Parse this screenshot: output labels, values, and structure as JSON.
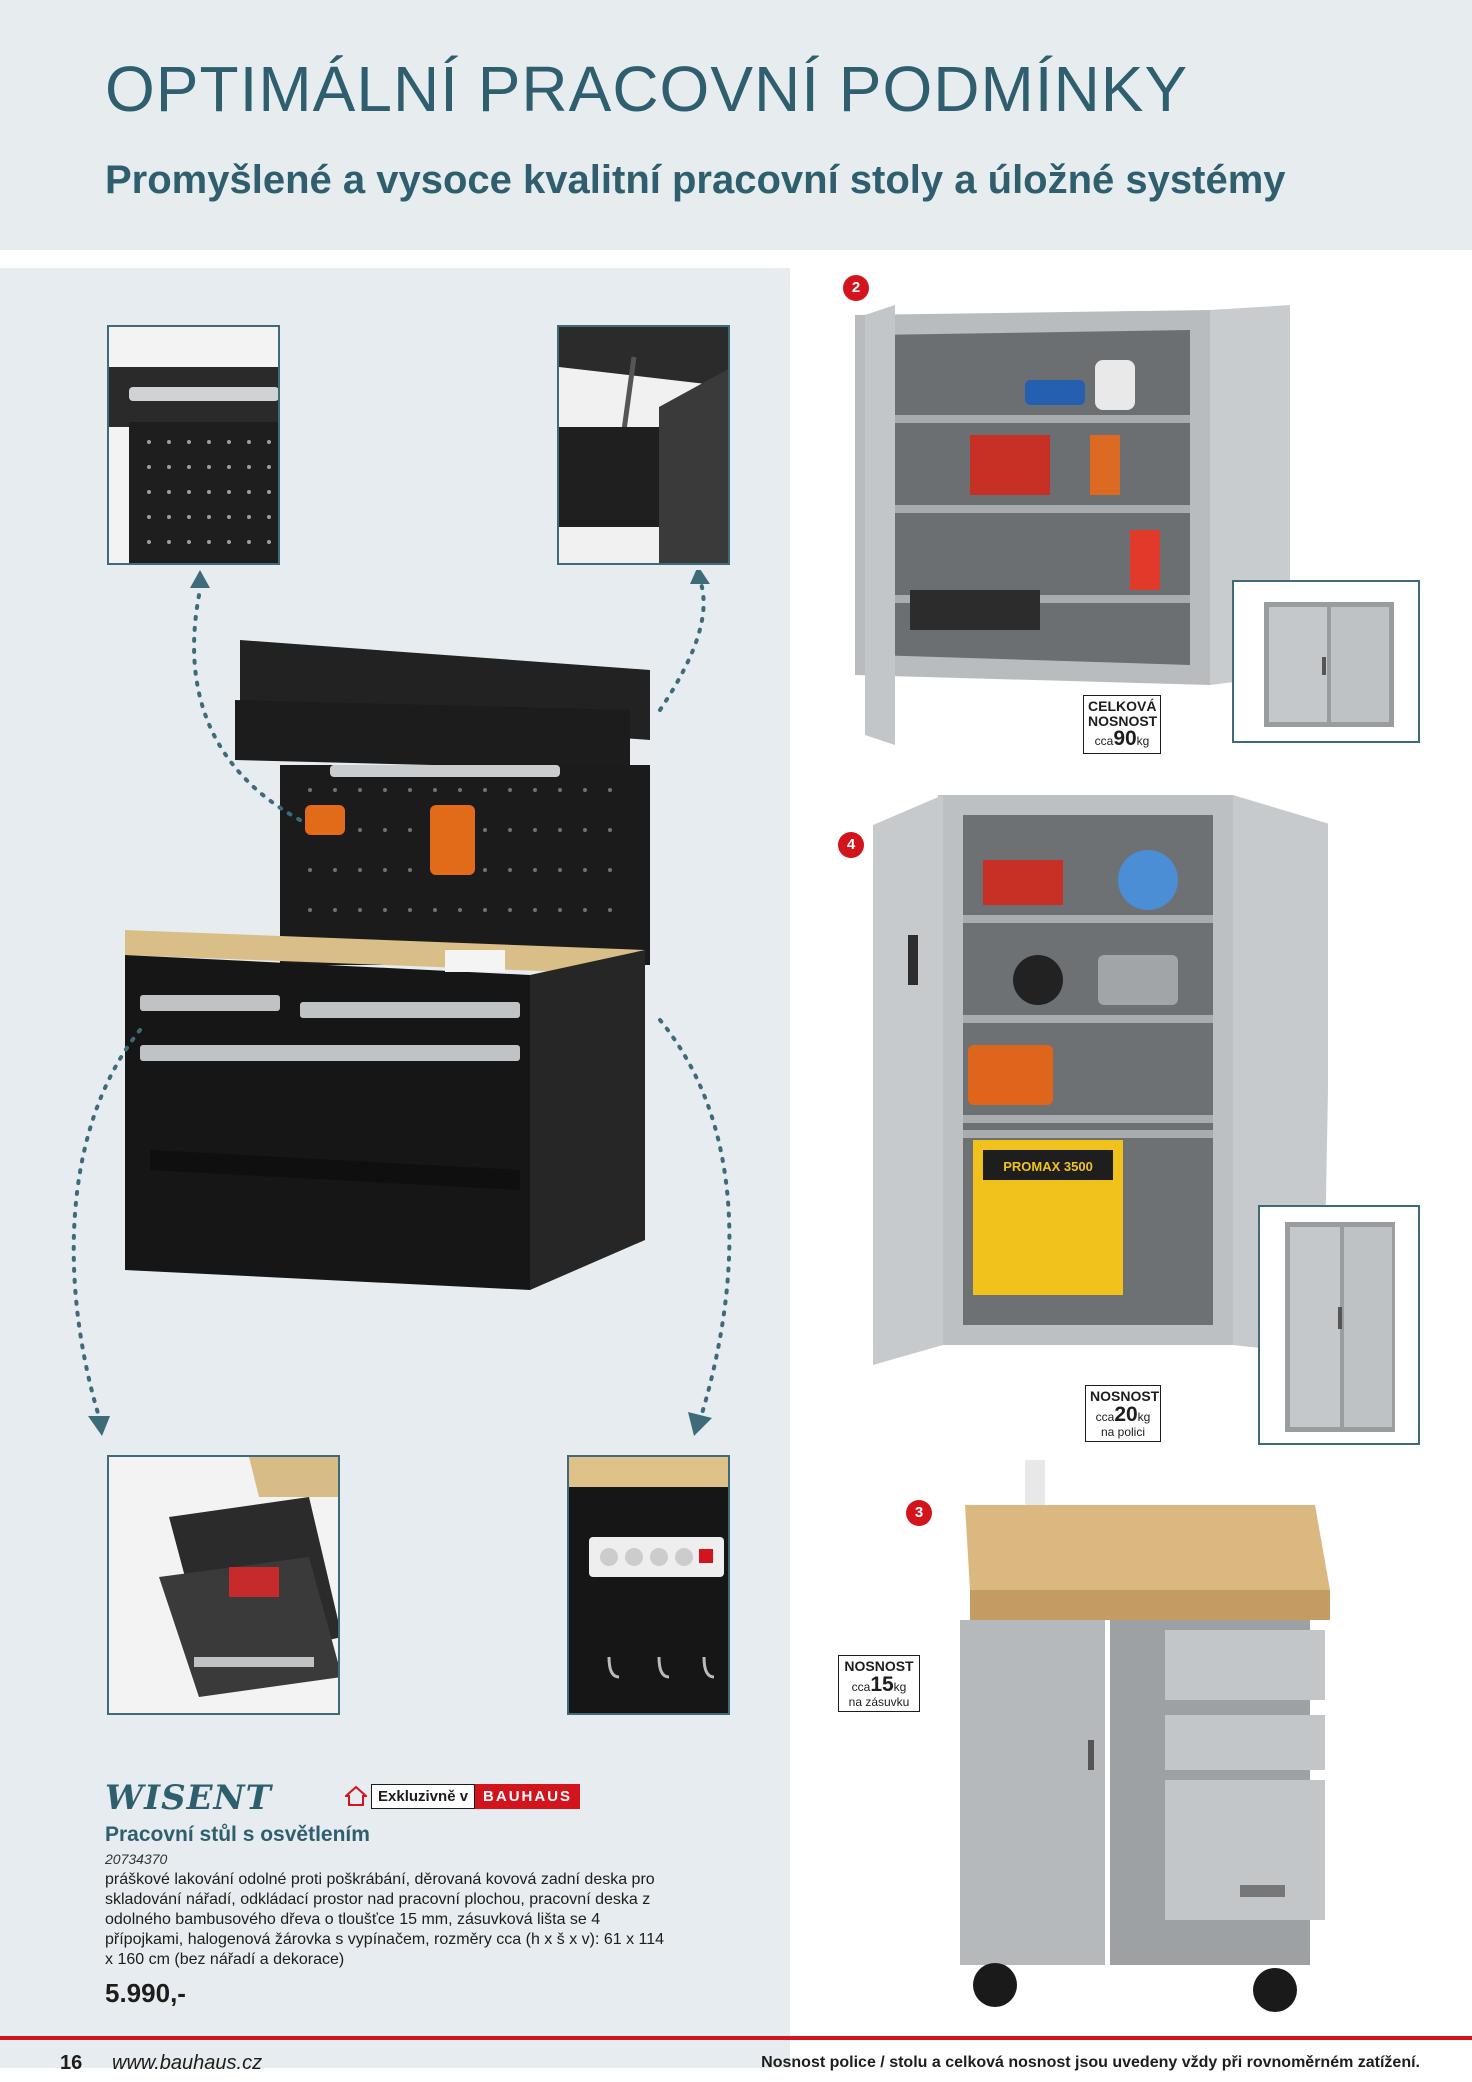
{
  "header": {
    "title": "OPTIMÁLNÍ PRACOVNÍ PODMÍNKY",
    "subtitle": "Promyšlené a vysoce kvalitní pracovní stoly a úložné systémy"
  },
  "badges": [
    "2",
    "4",
    "3"
  ],
  "load_labels": {
    "cabinet2": {
      "line1": "CELKOVÁ",
      "line2": "NOSNOST",
      "prefix": "cca",
      "value": "90",
      "unit": "kg",
      "suffix": ""
    },
    "cabinet4": {
      "line1": "NOSNOST",
      "prefix": "cca",
      "value": "20",
      "unit": "kg",
      "suffix": "na polici"
    },
    "cart3": {
      "line1": "NOSNOST",
      "prefix": "cca",
      "value": "15",
      "unit": "kg",
      "suffix": "na zásuvku"
    }
  },
  "product_images": {
    "generator_label": "PROMAX 3500"
  },
  "brands": {
    "brand": "WISENT",
    "exclusive_text": "Exkluzivně v",
    "exclusive_brand": "BAUHAUS"
  },
  "product": {
    "name": "Pracovní stůl s osvětlením",
    "code": "20734370",
    "description": "práškové lakování odolné proti poškrábání, děrovaná kovová zadní deska pro skladování nářadí, odkládací prostor nad pracovní plochou, pracovní deska z odolného bambusového dřeva o tloušťce 15 mm, zásuvková lišta se 4 přípojkami, halogenová žárovka s vypínačem, rozměry cca (h x š x v): 61 x 114 x 160 cm (bez nářadí a dekorace)",
    "price": "5.990,-"
  },
  "footer": {
    "page_number": "16",
    "url": "www.bauhaus.cz",
    "note": "Nosnost police / stolu a celková nosnost jsou uvedeny vždy při rovnoměrném zatížení."
  },
  "colors": {
    "accent_teal": "#2f5f6e",
    "brand_red": "#d4141d",
    "panel_bg": "#e6ecf0"
  }
}
